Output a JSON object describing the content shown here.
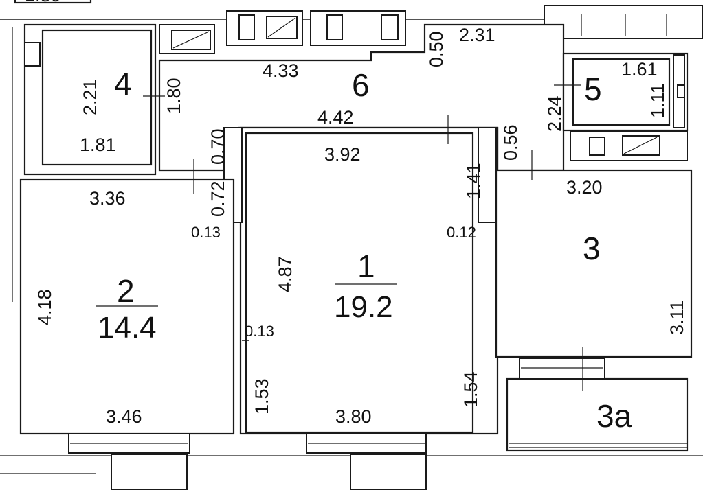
{
  "rooms": [
    {
      "id": "room-1",
      "number": "1",
      "area": "19.2"
    },
    {
      "id": "room-2",
      "number": "2",
      "area": "14.4"
    },
    {
      "id": "room-3",
      "number": "3"
    },
    {
      "id": "room-3a",
      "number": "3а"
    },
    {
      "id": "room-4",
      "number": "4"
    },
    {
      "id": "room-5",
      "number": "5"
    },
    {
      "id": "room-6",
      "number": "6"
    }
  ],
  "dimensions": {
    "top_cut": "1.80",
    "r4_h": "2.21",
    "r4_w": "1.81",
    "r4_side": "1.80",
    "r6_len": "4.33",
    "r6_top": "2.31",
    "r6_step": "0.50",
    "r6_inner": "4.42",
    "r6_h": "2.24",
    "r6_gap": "0.56",
    "r5_w": "1.61",
    "r5_h": "1.11",
    "d_070": "0.70",
    "d_072": "0.72",
    "d_013a": "0.13",
    "d_013b": "0.13",
    "r1_top": "3.92",
    "r1_h": "4.87",
    "r1_d141": "1.41",
    "r1_d012": "0.12",
    "r1_d153": "1.53",
    "r1_d154": "1.54",
    "r1_bottom": "3.80",
    "r2_top": "3.36",
    "r2_h": "4.18",
    "r2_bottom": "3.46",
    "r3_top": "3.20",
    "r3_h": "3.11"
  }
}
